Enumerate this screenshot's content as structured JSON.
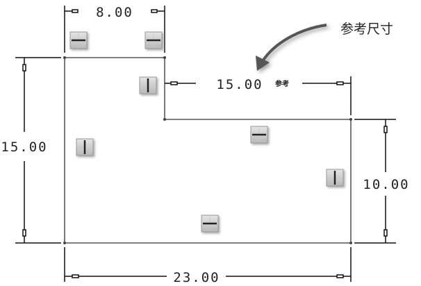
{
  "annotation": {
    "label": "参考尺寸",
    "icon": "curved-arrow-icon"
  },
  "dimensions": {
    "top_width": "8.00",
    "left_height": "15.00",
    "right_height": "10.00",
    "bottom_width": "23.00",
    "reference_width": "15.00",
    "reference_tag": "参考"
  },
  "constraints": {
    "horizontal_icon": "horizontal-constraint-icon",
    "vertical_icon": "vertical-constraint-icon"
  }
}
